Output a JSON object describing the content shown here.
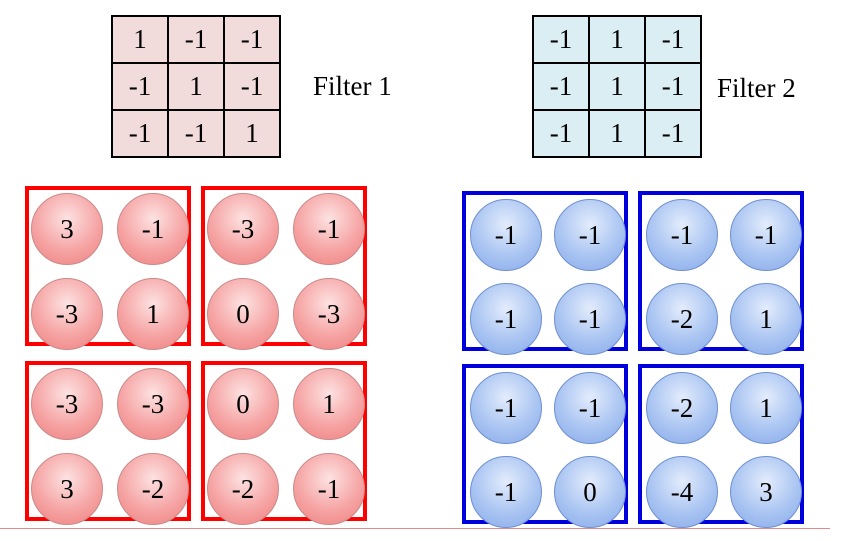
{
  "filter1": {
    "label": "Filter 1",
    "bg_color": "#f1dcdb",
    "cells": [
      "1",
      "-1",
      "-1",
      "-1",
      "1",
      "-1",
      "-1",
      "-1",
      "1"
    ]
  },
  "filter2": {
    "label": "Filter 2",
    "bg_color": "#dbeef3",
    "cells": [
      "-1",
      "1",
      "-1",
      "-1",
      "1",
      "-1",
      "-1",
      "1",
      "-1"
    ]
  },
  "feature_map_1": {
    "border_color": "#ff0000",
    "groups": [
      [
        "3",
        "-1",
        "-3",
        "1"
      ],
      [
        "-3",
        "-1",
        "0",
        "-3"
      ],
      [
        "-3",
        "-3",
        "3",
        "-2"
      ],
      [
        "0",
        "1",
        "-2",
        "-1"
      ]
    ]
  },
  "feature_map_2": {
    "border_color": "#0000dd",
    "groups": [
      [
        "-1",
        "-1",
        "-1",
        "-1"
      ],
      [
        "-1",
        "-1",
        "-2",
        "1"
      ],
      [
        "-1",
        "-1",
        "-1",
        "0"
      ],
      [
        "-2",
        "1",
        "-4",
        "3"
      ]
    ]
  }
}
